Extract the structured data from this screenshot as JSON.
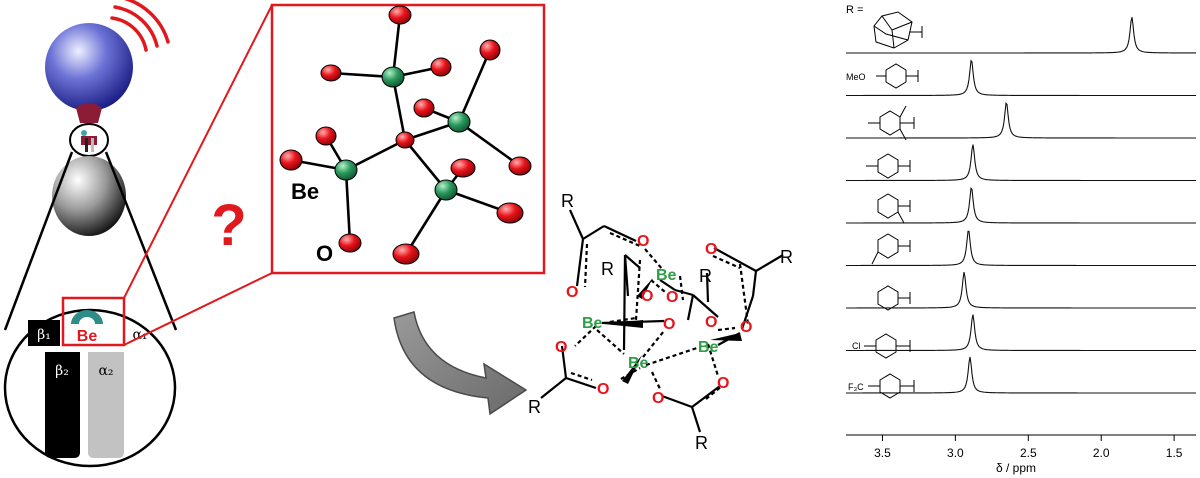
{
  "left_panel": {
    "be_label": "Be",
    "subunits": [
      "β₁",
      "α₁",
      "β₂",
      "α₂"
    ],
    "question_mark": "?"
  },
  "crystal_structure": {
    "atom_labels": {
      "be": "Be",
      "o": "O"
    }
  },
  "cluster": {
    "r_label": "R",
    "be_label": "Be",
    "o_label": "O"
  },
  "nmr": {
    "r_equals": "R =",
    "xlabel": "δ / ppm",
    "xticks": [
      "3.5",
      "3.0",
      "2.5",
      "2.0",
      "1.5"
    ],
    "substituent_labels": {
      "meo": "MeO",
      "cl": "Cl",
      "f3c": "F₃C"
    },
    "colors": {
      "be_green": "#2e9e47",
      "o_red": "#e8141b",
      "frame_red": "#e0191e",
      "spectrum": "#111111"
    }
  },
  "chart_data": {
    "type": "line",
    "xlabel": "δ / ppm",
    "xlim": [
      3.75,
      1.35
    ],
    "x_reversed": true,
    "xticks": [
      3.5,
      3.0,
      2.5,
      2.0,
      1.5
    ],
    "series": [
      {
        "peak_ppm": 1.79,
        "relative_height": 1.0
      },
      {
        "peak_ppm": 2.89,
        "relative_height": 1.0
      },
      {
        "peak_ppm": 2.65,
        "relative_height": 1.0
      },
      {
        "peak_ppm": 2.88,
        "relative_height": 1.0
      },
      {
        "peak_ppm": 2.89,
        "relative_height": 1.0
      },
      {
        "peak_ppm": 2.91,
        "relative_height": 1.0
      },
      {
        "peak_ppm": 2.94,
        "relative_height": 1.0
      },
      {
        "peak_ppm": 2.88,
        "relative_height": 1.0
      },
      {
        "peak_ppm": 2.9,
        "relative_height": 1.0
      }
    ]
  }
}
